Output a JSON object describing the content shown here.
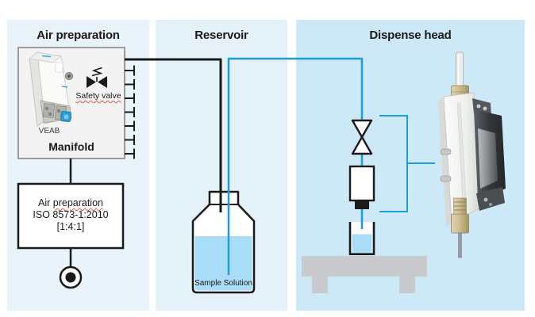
{
  "colors": {
    "tube_blue": "#1e9cd7",
    "tube_black": "#1a1a1a",
    "panel_air_bg": "#e9f3fa",
    "panel_reservoir_bg": "#e5f1f9",
    "panel_dispense_bg": "#cde8f6",
    "liquid_blue": "#a8dcf7",
    "table_gray": "#c9cacb",
    "spellcheck_red": "#e4574b"
  },
  "panels": {
    "air_preparation": {
      "title": "Air preparation"
    },
    "reservoir": {
      "title": "Reservoir"
    },
    "dispense_head": {
      "title": "Dispense head"
    }
  },
  "air_preparation": {
    "valve_label": "VEAB",
    "manifold_label": "Manifold",
    "safety_valve_label": "Safety valve",
    "iso_box": {
      "line1_part1": "Air ",
      "line1_part2": "preparation",
      "line2": "ISO 8573-1:2010",
      "line3": "[1:4:1]"
    }
  },
  "reservoir": {
    "bottle_label": "Sample Solution"
  }
}
